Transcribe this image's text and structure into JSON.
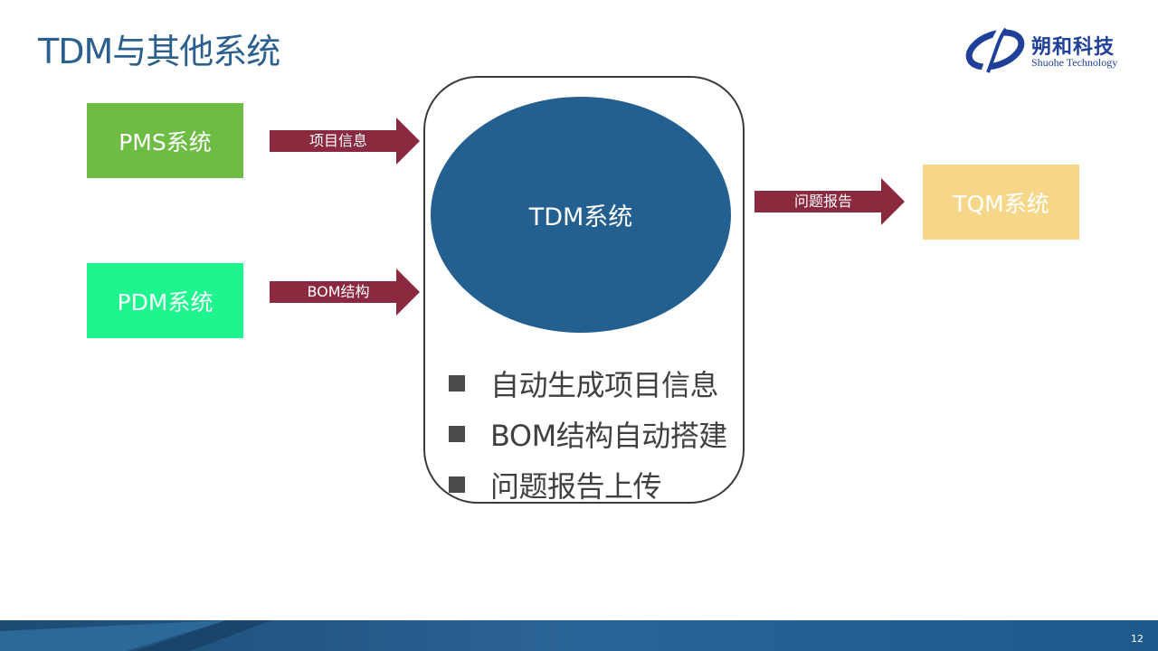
{
  "slide": {
    "title": "TDM与其他系统",
    "page_number": "12"
  },
  "logo": {
    "name_cn": "朔和科技",
    "name_en": "Shuohe Technology"
  },
  "systems": {
    "pms": "PMS系统",
    "pdm": "PDM系统",
    "tdm": "TDM系统",
    "tqm": "TQM系统"
  },
  "arrows": {
    "pms_to_tdm": "项目信息",
    "pdm_to_tdm": "BOM结构",
    "tdm_to_tqm": "问题报告"
  },
  "bullets": [
    "自动生成项目信息",
    "BOM结构自动搭建",
    "问题报告上传"
  ],
  "colors": {
    "title": "#2b5f8e",
    "pms_box": "#6dbd45",
    "pdm_box": "#1ff58f",
    "tqm_box": "#f6d78a",
    "tdm_ellipse": "#236090",
    "arrow": "#8b2a3e",
    "footer": "#1e4a72"
  }
}
